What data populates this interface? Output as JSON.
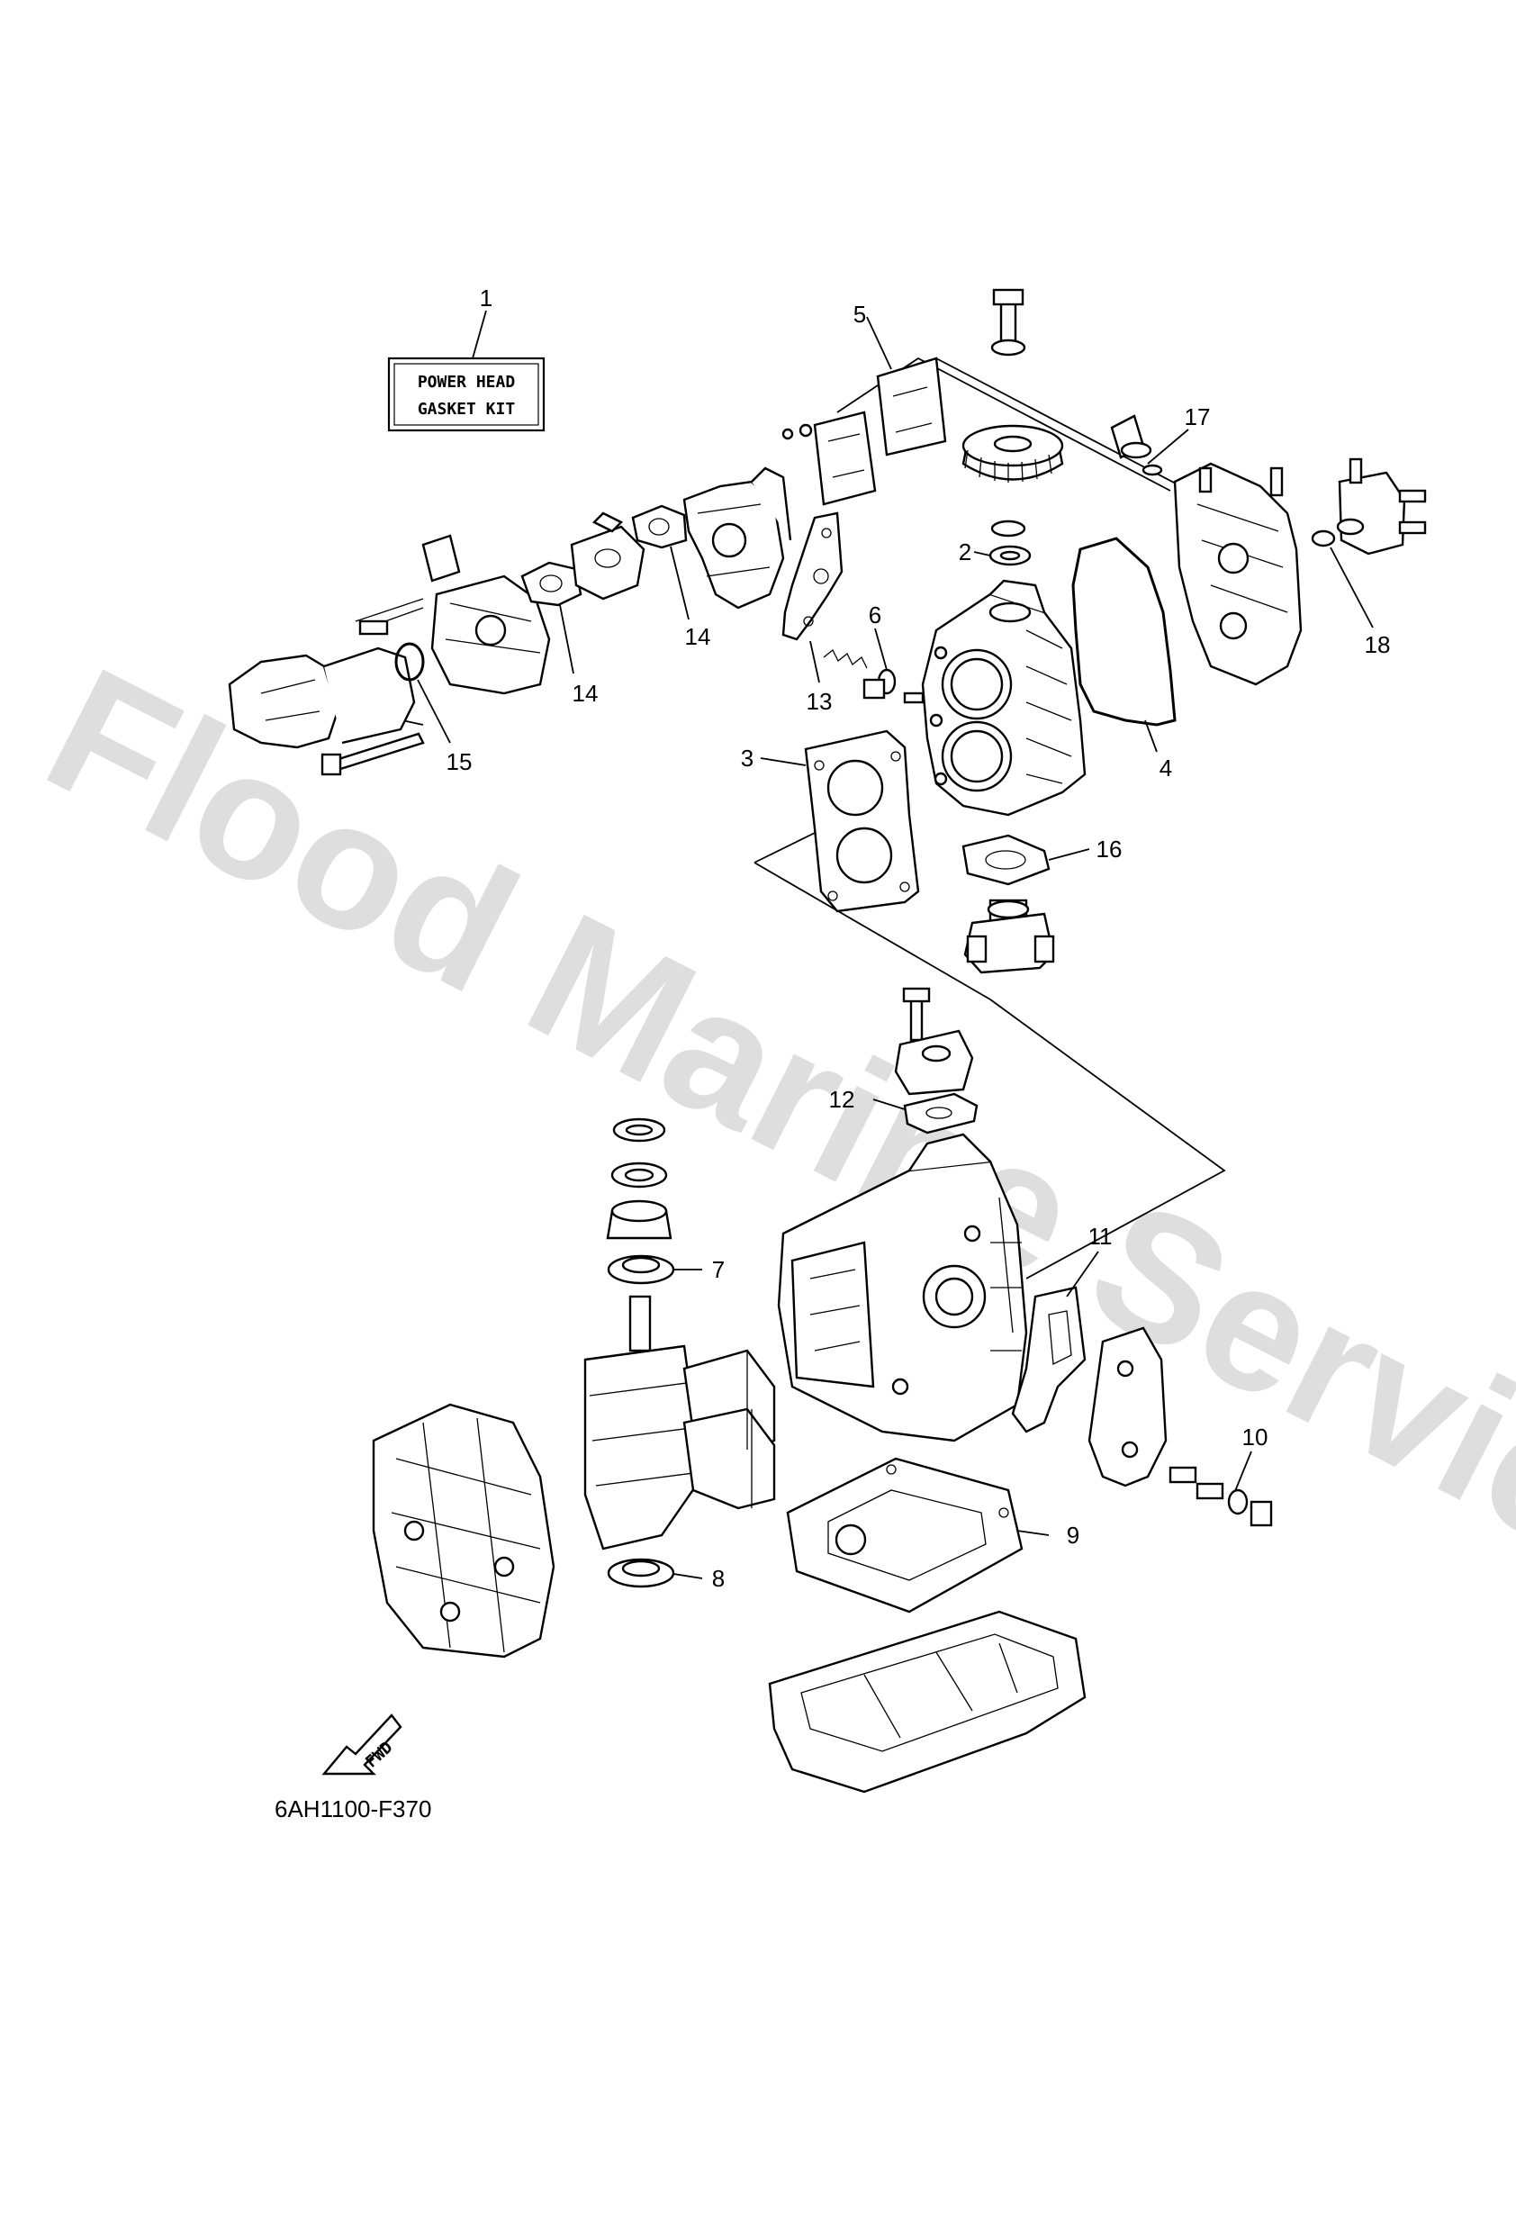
{
  "watermark": "Flood Marine Services",
  "kit_label": {
    "line1": "POWER HEAD",
    "line2": "GASKET KIT"
  },
  "fwd_label": "FWD",
  "diagram_code": "6AH1100-F370",
  "callouts": [
    {
      "id": "1",
      "label": "1"
    },
    {
      "id": "2",
      "label": "2"
    },
    {
      "id": "3",
      "label": "3"
    },
    {
      "id": "4",
      "label": "4"
    },
    {
      "id": "5",
      "label": "5"
    },
    {
      "id": "6",
      "label": "6"
    },
    {
      "id": "7",
      "label": "7"
    },
    {
      "id": "8",
      "label": "8"
    },
    {
      "id": "9",
      "label": "9"
    },
    {
      "id": "10",
      "label": "10"
    },
    {
      "id": "11",
      "label": "11"
    },
    {
      "id": "12",
      "label": "12"
    },
    {
      "id": "13",
      "label": "13"
    },
    {
      "id": "14a",
      "label": "14"
    },
    {
      "id": "14b",
      "label": "14"
    },
    {
      "id": "15",
      "label": "15"
    },
    {
      "id": "16",
      "label": "16"
    },
    {
      "id": "17",
      "label": "17"
    },
    {
      "id": "18",
      "label": "18"
    }
  ]
}
